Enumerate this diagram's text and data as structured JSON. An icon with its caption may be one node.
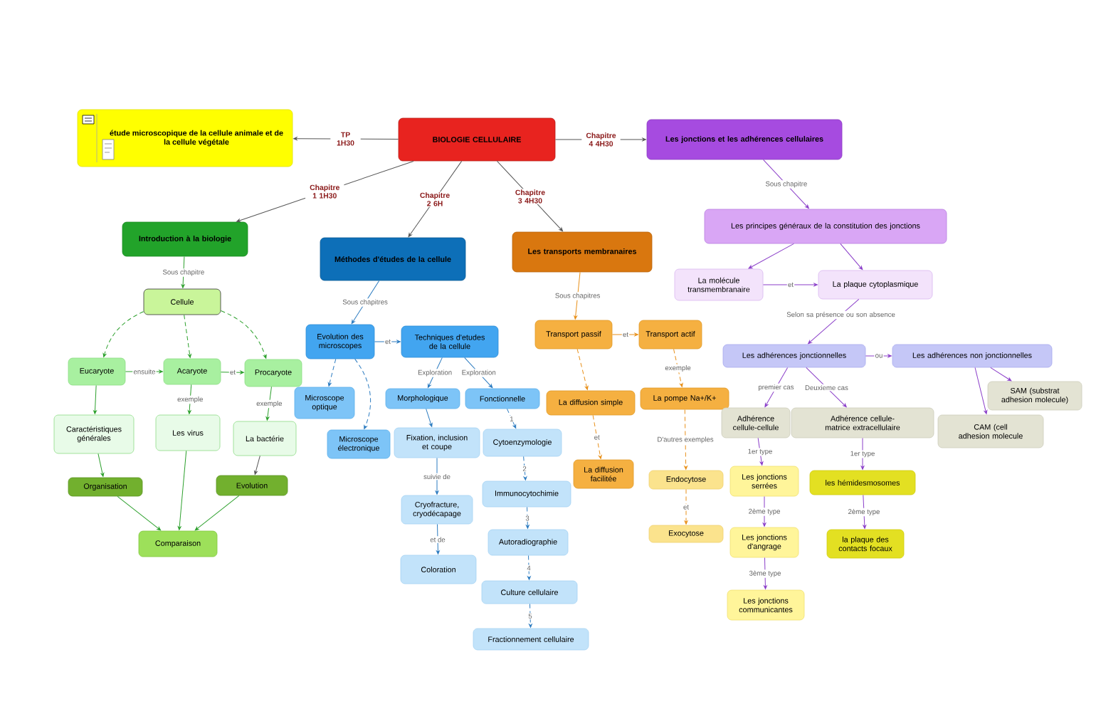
{
  "diagram": {
    "nodes": [
      {
        "text": [
          "BIOLOGIE CELLULAIRE"
        ]
      },
      {
        "text": [
          "étude microscopique de la cellule animale et de la cellule végétale"
        ]
      },
      {
        "text": [
          "Les jonctions et les adhérences cellulaires"
        ]
      },
      {
        "text": [
          "Introduction à la biologie"
        ]
      },
      {
        "text": [
          "Méthodes d'études de la cellule"
        ]
      },
      {
        "text": [
          "Les transports membranaires"
        ]
      },
      {
        "text": [
          "Les principes généraux de la constitution des jonctions"
        ]
      },
      {
        "text": [
          "Cellule"
        ]
      },
      {
        "text": [
          "Evolution des microscopes"
        ]
      },
      {
        "text": [
          "Techniques d'etudes de la cellule"
        ]
      },
      {
        "text": [
          "Transport passif"
        ]
      },
      {
        "text": [
          "Transport actif"
        ]
      },
      {
        "text": [
          "La molécule transmembranaire"
        ]
      },
      {
        "text": [
          "La plaque cytoplasmique"
        ]
      },
      {
        "text": [
          "Les adhérences jonctionnelles"
        ]
      },
      {
        "text": [
          "Les adhérences non jonctionnelles"
        ]
      },
      {
        "text": [
          "Eucaryote"
        ]
      },
      {
        "text": [
          "Acaryote"
        ]
      },
      {
        "text": [
          "Procaryote"
        ]
      },
      {
        "text": [
          "Microscope optique"
        ]
      },
      {
        "text": [
          "Microscope électronique"
        ]
      },
      {
        "text": [
          "Morphologique"
        ]
      },
      {
        "text": [
          "Fonctionnelle"
        ]
      },
      {
        "text": [
          "La diffusion simple"
        ]
      },
      {
        "text": [
          "La pompe Na+/K+"
        ]
      },
      {
        "text": [
          "SAM (substrat adhesion molecule)"
        ]
      },
      {
        "text": [
          "Caractéristiques générales"
        ]
      },
      {
        "text": [
          "Les virus"
        ]
      },
      {
        "text": [
          "La bactérie"
        ]
      },
      {
        "text": [
          "Adhérence cellule-cellule"
        ]
      },
      {
        "text": [
          "Adhérence cellule-matrice extracellulaire"
        ]
      },
      {
        "text": [
          "CAM (cell adhesion molecule"
        ]
      },
      {
        "text": [
          "Fixation, inclusion et coupe"
        ]
      },
      {
        "text": [
          "Cytoenzymologie"
        ]
      },
      {
        "text": [
          "La diffusion facilitée"
        ]
      },
      {
        "text": [
          "Organisation"
        ]
      },
      {
        "text": [
          "Evolution"
        ]
      },
      {
        "text": [
          "Endocytose"
        ]
      },
      {
        "text": [
          "Les jonctions serrées"
        ]
      },
      {
        "text": [
          "les hémidesmosomes"
        ]
      },
      {
        "text": [
          "Cryofracture, cryodécapage"
        ]
      },
      {
        "text": [
          "Immunocytochimie"
        ]
      },
      {
        "text": [
          "Autoradiographie"
        ]
      },
      {
        "text": [
          "Exocytose"
        ]
      },
      {
        "text": [
          "Les jonctions d'angrage"
        ]
      },
      {
        "text": [
          "la plaque des contacts focaux"
        ]
      },
      {
        "text": [
          "Comparaison"
        ]
      },
      {
        "text": [
          "Coloration"
        ]
      },
      {
        "text": [
          "Culture cellulaire"
        ]
      },
      {
        "text": [
          "Les jonctions communicantes"
        ]
      },
      {
        "text": [
          "Fractionnement cellulaire"
        ]
      }
    ],
    "edges": [
      {
        "from": 0,
        "to": 1,
        "arrow": "to",
        "label": "TP 1H30",
        "color": "#555555"
      },
      {
        "from": 0,
        "to": 3,
        "arrow": "to",
        "label": "Chapitre 1 1H30",
        "color": "#555555"
      },
      {
        "from": 0,
        "to": 4,
        "arrow": "to",
        "label": "Chapitre 2 6H",
        "color": "#555555"
      },
      {
        "from": 0,
        "to": 5,
        "arrow": "to",
        "label": "Chapitre 3 4H30",
        "color": "#555555"
      },
      {
        "from": 0,
        "to": 2,
        "arrow": "to",
        "label": "Chapitre 4 4H30",
        "color": "#555555"
      },
      {
        "from": 3,
        "to": 7,
        "arrow": "to",
        "label": "Sous chapitre",
        "color": "#2ca02c"
      },
      {
        "from": 7,
        "to": 16,
        "arrow": "to",
        "style": "dashed",
        "color": "#2ca02c"
      },
      {
        "from": 7,
        "to": 17,
        "arrow": "to",
        "style": "dashed",
        "color": "#2ca02c"
      },
      {
        "from": 7,
        "to": 18,
        "arrow": "to",
        "style": "dashed",
        "color": "#2ca02c"
      },
      {
        "from": 16,
        "to": 17,
        "arrow": "to",
        "label": "ensuite",
        "color": "#2ca02c"
      },
      {
        "from": 17,
        "to": 18,
        "arrow": "to",
        "label": "et",
        "color": "#2ca02c"
      },
      {
        "from": 16,
        "to": 26,
        "arrow": "to",
        "color": "#2ca02c"
      },
      {
        "from": 17,
        "to": 27,
        "arrow": "to",
        "label": "exemple",
        "color": "#2ca02c"
      },
      {
        "from": 18,
        "to": 28,
        "arrow": "to",
        "label": "exemple",
        "color": "#2ca02c"
      },
      {
        "from": 26,
        "to": 35,
        "arrow": "to",
        "color": "#2ca02c"
      },
      {
        "from": 28,
        "to": 36,
        "arrow": "to",
        "color": "#555555"
      },
      {
        "from": 35,
        "to": 46,
        "arrow": "to",
        "color": "#2ca02c"
      },
      {
        "from": 27,
        "to": 46,
        "arrow": "to",
        "color": "#2ca02c"
      },
      {
        "from": 36,
        "to": 46,
        "arrow": "to",
        "color": "#2ca02c"
      },
      {
        "from": 4,
        "to": 8,
        "arrow": "to",
        "label": "Sous chapitres",
        "color": "#2b7bc0"
      },
      {
        "from": 8,
        "to": 9,
        "arrow": "to",
        "label": "et",
        "color": "#2b7bc0"
      },
      {
        "from": 8,
        "to": 19,
        "arrow": "to",
        "style": "dashed",
        "color": "#2b7bc0"
      },
      {
        "from": 8,
        "to": 20,
        "arrow": "to",
        "style": "dashed",
        "color": "#2b7bc0"
      },
      {
        "from": 9,
        "to": 21,
        "arrow": "to",
        "label": "Exploration",
        "color": "#2b7bc0"
      },
      {
        "from": 9,
        "to": 22,
        "arrow": "to",
        "label": "Exploration",
        "color": "#2b7bc0"
      },
      {
        "from": 21,
        "to": 32,
        "arrow": "to",
        "color": "#2b7bc0"
      },
      {
        "from": 32,
        "to": 40,
        "arrow": "to",
        "label": "suivie de",
        "color": "#2b7bc0"
      },
      {
        "from": 40,
        "to": 47,
        "arrow": "to",
        "label": "et de",
        "color": "#2b7bc0"
      },
      {
        "from": 22,
        "to": 33,
        "arrow": "to",
        "label": "1",
        "style": "dashed",
        "color": "#2b7bc0"
      },
      {
        "from": 33,
        "to": 41,
        "arrow": "to",
        "label": "2",
        "style": "dashed",
        "color": "#2b7bc0"
      },
      {
        "from": 41,
        "to": 42,
        "arrow": "to",
        "label": "3",
        "style": "dashed",
        "color": "#2b7bc0"
      },
      {
        "from": 42,
        "to": 48,
        "arrow": "to",
        "label": "4",
        "style": "dashed",
        "color": "#2b7bc0"
      },
      {
        "from": 48,
        "to": 50,
        "arrow": "to",
        "label": "5",
        "style": "dashed",
        "color": "#2b7bc0"
      },
      {
        "from": 5,
        "to": 10,
        "arrow": "to",
        "label": "Sous chapitres",
        "color": "#e8901a"
      },
      {
        "from": 10,
        "to": 11,
        "arrow": "to",
        "label": "et",
        "color": "#e8901a"
      },
      {
        "from": 10,
        "to": 23,
        "arrow": "to",
        "style": "dashed",
        "color": "#e8901a"
      },
      {
        "from": 23,
        "to": 34,
        "arrow": "to",
        "label": "et",
        "style": "dashed",
        "color": "#e8901a"
      },
      {
        "from": 11,
        "to": 24,
        "arrow": "to",
        "label": "exemple",
        "style": "dashed",
        "color": "#e8901a"
      },
      {
        "from": 24,
        "to": 37,
        "arrow": "to",
        "label": "D'autres exemples",
        "style": "dashed",
        "color": "#e8901a"
      },
      {
        "from": 37,
        "to": 43,
        "arrow": "to",
        "label": "et",
        "style": "dashed",
        "color": "#e8901a"
      },
      {
        "from": 2,
        "to": 6,
        "arrow": "to",
        "label": "Sous chapitre",
        "color": "#8b3fc9"
      },
      {
        "from": 6,
        "to": 12,
        "arrow": "to",
        "color": "#8b3fc9"
      },
      {
        "from": 6,
        "to": 13,
        "arrow": "to",
        "color": "#8b3fc9"
      },
      {
        "from": 12,
        "to": 13,
        "arrow": "to",
        "label": "et",
        "color": "#8b3fc9"
      },
      {
        "from": 13,
        "to": 14,
        "arrow": "to",
        "label": "Selon sa présence ou son absence",
        "color": "#8b3fc9"
      },
      {
        "from": 14,
        "to": 15,
        "arrow": "to",
        "label": "ou",
        "color": "#8b3fc9"
      },
      {
        "from": 14,
        "to": 29,
        "arrow": "to",
        "label": "premier cas",
        "color": "#8b3fc9"
      },
      {
        "from": 14,
        "to": 30,
        "arrow": "to",
        "label": "Deuxieme cas",
        "color": "#8b3fc9"
      },
      {
        "from": 15,
        "to": 25,
        "arrow": "to",
        "color": "#8b3fc9"
      },
      {
        "from": 15,
        "to": 31,
        "arrow": "to",
        "color": "#8b3fc9"
      },
      {
        "from": 29,
        "to": 38,
        "arrow": "to",
        "label": "1er type",
        "color": "#8b3fc9"
      },
      {
        "from": 38,
        "to": 44,
        "arrow": "to",
        "label": "2ème type",
        "color": "#8b3fc9"
      },
      {
        "from": 44,
        "to": 49,
        "arrow": "to",
        "label": "3ème type",
        "color": "#8b3fc9"
      },
      {
        "from": 30,
        "to": 39,
        "arrow": "to",
        "label": "1er type",
        "color": "#8b3fc9"
      },
      {
        "from": 39,
        "to": 45,
        "arrow": "to",
        "label": "2ème type",
        "color": "#8b3fc9"
      }
    ]
  }
}
